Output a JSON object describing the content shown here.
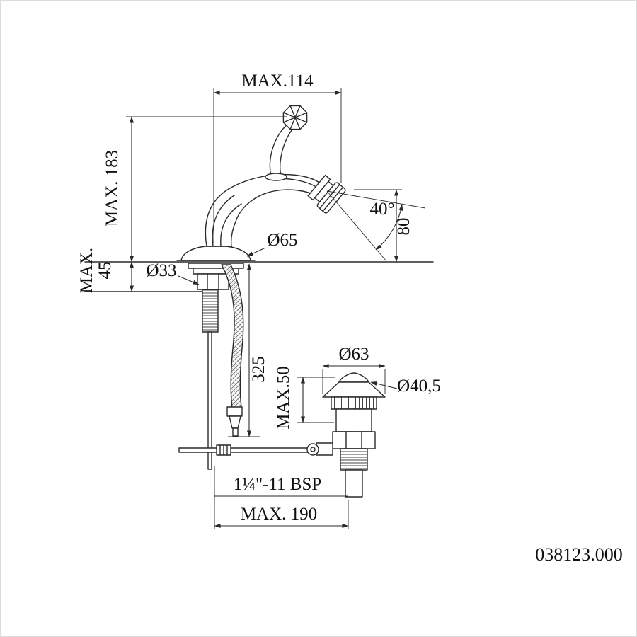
{
  "drawing": {
    "part_number": "038123.000",
    "dimensions": {
      "spout_reach": "MAX.114",
      "total_height": "MAX. 183",
      "deck_max_line1": "MAX.",
      "deck_max_line2": "45",
      "shank_diameter": "Ø33",
      "base_diameter": "Ø65",
      "spray_angle": "40°",
      "spout_height": "80",
      "hose_drop": "325",
      "waste_flange_diameter": "Ø63",
      "waste_cap_diameter": "Ø40,5",
      "waste_deck_max": "MAX.50",
      "thread_spec": "1¼\"-11 BSP",
      "centre_distance": "MAX. 190"
    }
  }
}
